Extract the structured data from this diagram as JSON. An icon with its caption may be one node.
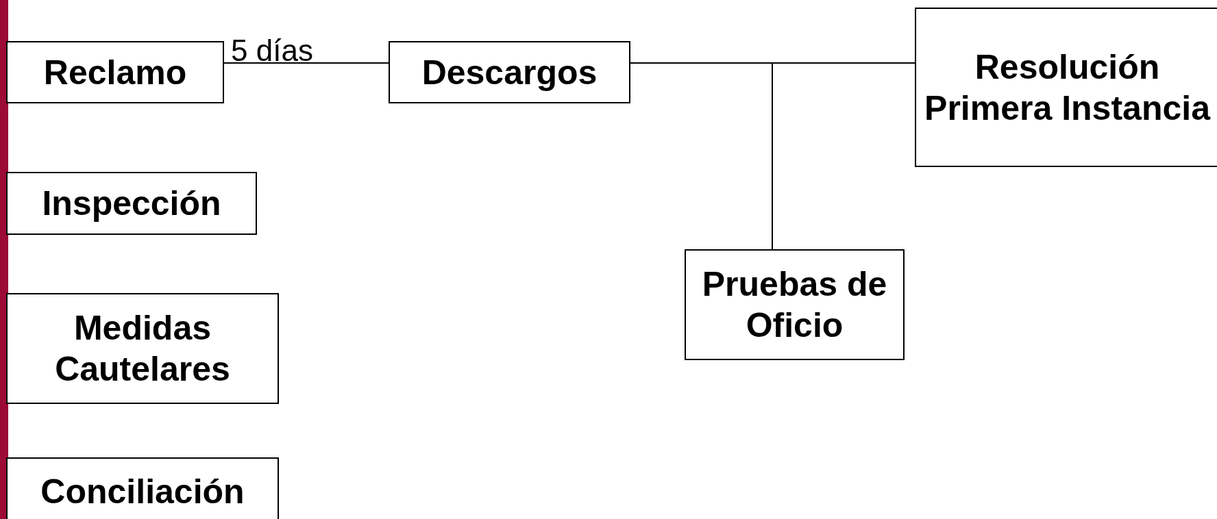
{
  "diagram": {
    "nodes": [
      {
        "text": [
          "Reclamo"
        ]
      },
      {
        "text": [
          "Descargos"
        ]
      },
      {
        "text": [
          "Resolución Primera Instancia"
        ]
      },
      {
        "text": [
          "Inspección"
        ]
      },
      {
        "text": [
          "Medidas Cautelares"
        ]
      },
      {
        "text": [
          "Conciliación"
        ]
      },
      {
        "text": [
          "Pruebas de Oficio"
        ]
      }
    ],
    "edges": [
      {
        "from": 0,
        "to": 1,
        "arrow": "none",
        "label": "5 días"
      },
      {
        "from": 1,
        "to": 2,
        "arrow": "none"
      },
      {
        "from": 1,
        "to": 6,
        "arrow": "none"
      }
    ]
  }
}
